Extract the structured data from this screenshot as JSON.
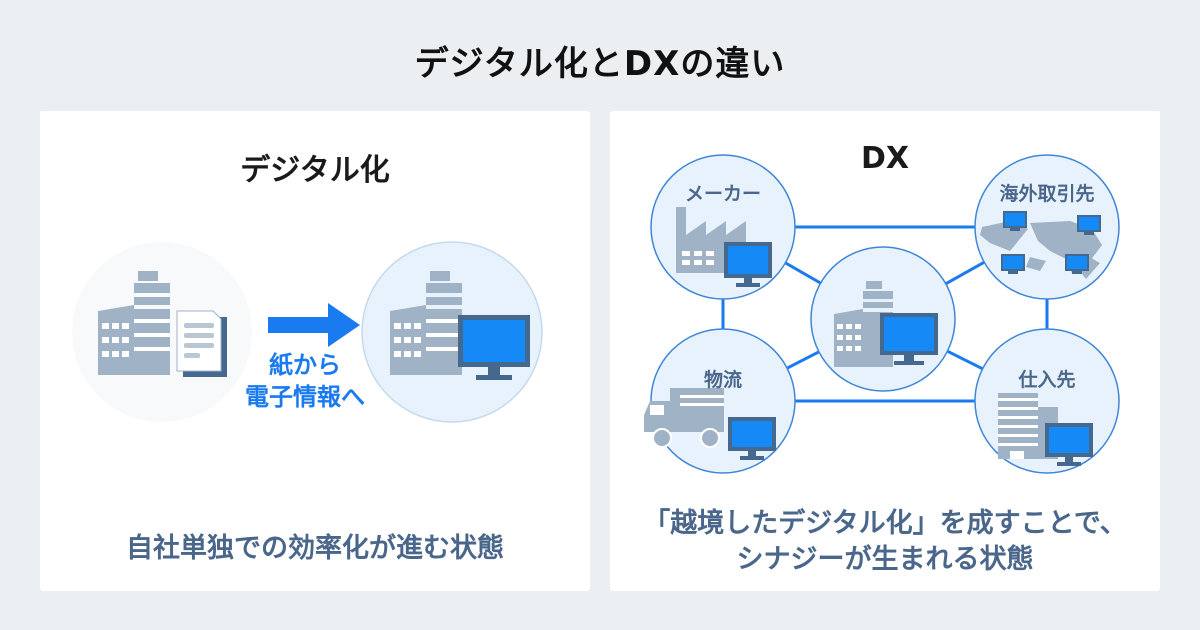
{
  "title": "デジタル化とDXの違い",
  "left_panel": {
    "title": "デジタル化",
    "arrow_label_line1": "紙から",
    "arrow_label_line2": "電子情報へ",
    "caption": "自社単独での効率化が進む状態"
  },
  "right_panel": {
    "title": "DX",
    "nodes": {
      "maker": "メーカー",
      "overseas": "海外取引先",
      "logistics": "物流",
      "supplier": "仕入先",
      "center": ""
    },
    "caption_line1": "「越境したデジタル化」を成すことで、",
    "caption_line2": "シナジーが生まれる状態"
  },
  "colors": {
    "accent_blue": "#1a7af0",
    "caption_blue": "#4a678b",
    "icon_gray": "#9fb2c6",
    "monitor_frame": "#45698e",
    "monitor_screen": "#1589f5",
    "circle_fill": "#e8f2fc",
    "circle_stroke": "#3f86d8"
  }
}
